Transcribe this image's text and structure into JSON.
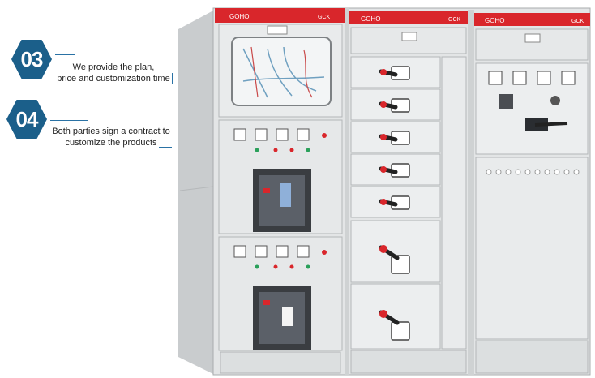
{
  "steps": [
    {
      "number": "03",
      "line1": "We provide the plan,",
      "line2": "price and customization time"
    },
    {
      "number": "04",
      "line1": "Both parties sign a contract to",
      "line2": "customize the products"
    }
  ],
  "cabinet": {
    "brand_marks": [
      "GOHO",
      "GCK",
      "GOHO",
      "GCK",
      "GOHO",
      "GCK"
    ],
    "accent_color": "#d9262b",
    "body_color": "#e6e8e9"
  }
}
